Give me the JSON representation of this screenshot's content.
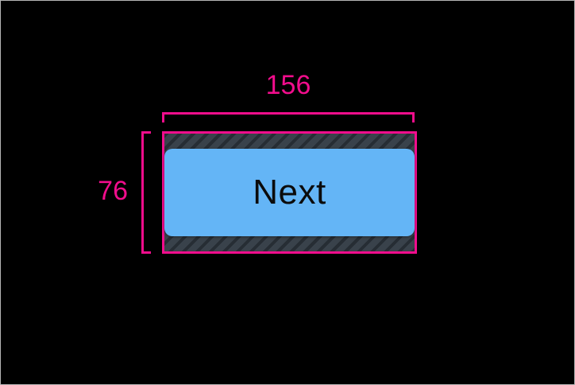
{
  "colors": {
    "background": "#000000",
    "frame-border": "#B5B5B5",
    "annotation-pink": "#F10D8C",
    "button-blue": "#64B5F6",
    "button-text": "#0B0B0B",
    "hatch-base": "#39424B",
    "hatch-stripe": "#262D34"
  },
  "annotation": {
    "width_label": "156",
    "height_label": "76"
  },
  "button": {
    "label": "Next"
  }
}
